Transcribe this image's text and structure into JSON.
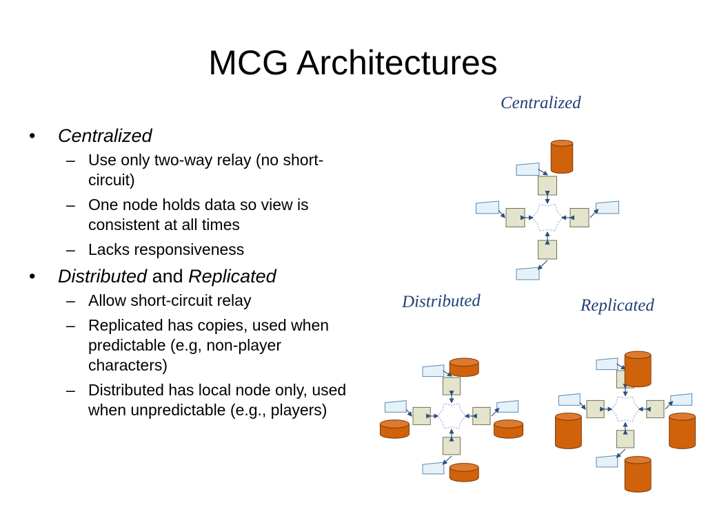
{
  "title": "MCG Architectures",
  "bullets": [
    {
      "text_parts": [
        "Centralized"
      ],
      "sub": [
        "Use only two-way relay (no short-circuit)",
        "One node holds data so view is consistent at all times",
        "Lacks responsiveness"
      ]
    },
    {
      "text_parts": [
        "Distributed",
        " and ",
        "Replicated"
      ],
      "sub": [
        "Allow short-circuit relay",
        "Replicated has copies, used when predictable (e.g, non-player characters)",
        "Distributed has local node only, used when unpredictable (e.g., players)"
      ]
    }
  ],
  "bullet_symbol": "•",
  "dash_symbol": "–",
  "diagram_labels": {
    "centralized": "Centralized",
    "distributed": "Distributed",
    "replicated": "Replicated"
  },
  "colors": {
    "database": "#d0620c",
    "node": "#e4e4cc",
    "client": "#e6f2fa",
    "arrow": "#2d4f7a",
    "label": "#1f3f76"
  }
}
